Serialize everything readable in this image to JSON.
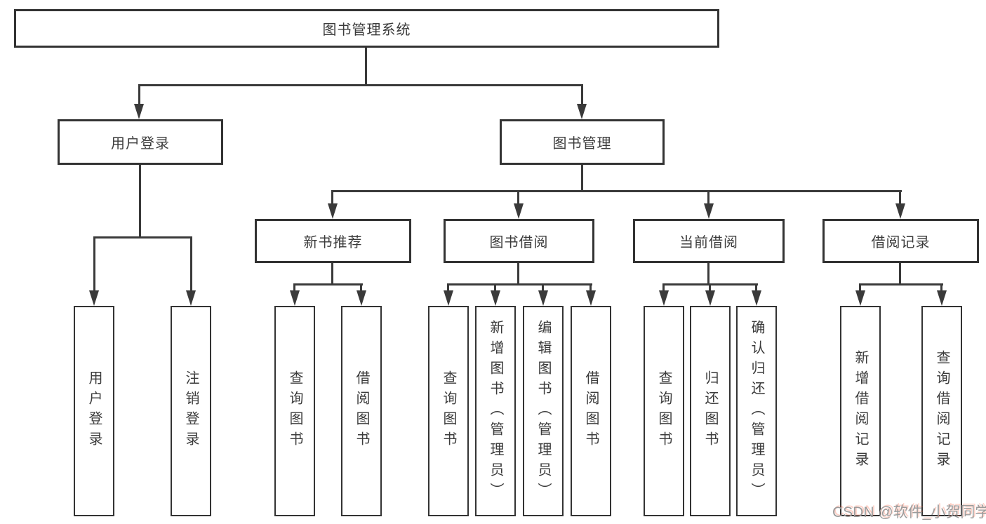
{
  "diagram": {
    "root": {
      "label": "图书管理系统"
    },
    "level2": [
      {
        "label": "用户登录"
      },
      {
        "label": "图书管理"
      }
    ],
    "level3": [
      {
        "label": "新书推荐"
      },
      {
        "label": "图书借阅"
      },
      {
        "label": "当前借阅"
      },
      {
        "label": "借阅记录"
      }
    ],
    "leaves": {
      "user_login": [
        "用户登录",
        "注销登录"
      ],
      "new_book": [
        "查询图书",
        "借阅图书"
      ],
      "book_borrow": [
        "查询图书",
        "新增图书（管理员）",
        "编辑图书（管理员）",
        "借阅图书"
      ],
      "current_borrow": [
        "查询图书",
        "归还图书",
        "确认归还（管理员）"
      ],
      "borrow_records": [
        "新增借阅记录",
        "查询借阅记录"
      ]
    },
    "colors": {
      "line": "#3a3a3a",
      "box_border": "#333333",
      "text": "#3b3b3b",
      "background": "#ffffff"
    }
  },
  "watermark": {
    "text": "CSDN @软件_小贺同学",
    "color": "#9b9b9b",
    "accent": "#fc5531"
  }
}
